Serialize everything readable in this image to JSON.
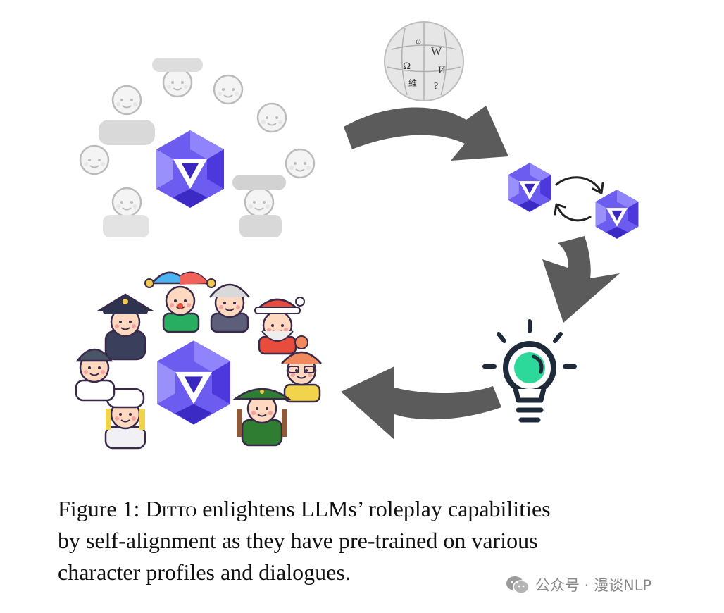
{
  "caption": {
    "prefix": "Figure 1: ",
    "name": "Ditto",
    "rest_line1": " enlightens LLMs’ roleplay capabilities",
    "line2": "by self-alignment as they have pre-trained on various",
    "line3": "character profiles and dialogues."
  },
  "wikipedia_glyphs": [
    "W",
    "Ω",
    "И",
    "維",
    "?",
    "ω"
  ],
  "watermark": {
    "text": "公众号 · 漫谈NLP",
    "icon": "wechat-icon"
  },
  "colors": {
    "arrow": "#5b5b5b",
    "logo_light": "#7b6cf6",
    "logo_dark": "#4a32d8",
    "bulb_green": "#2dd99a",
    "bulb_outline": "#1e2a3a"
  },
  "characters": [
    "police-officer",
    "jester",
    "old-woman",
    "santa",
    "grandma",
    "soldier",
    "chef",
    "doctor"
  ]
}
